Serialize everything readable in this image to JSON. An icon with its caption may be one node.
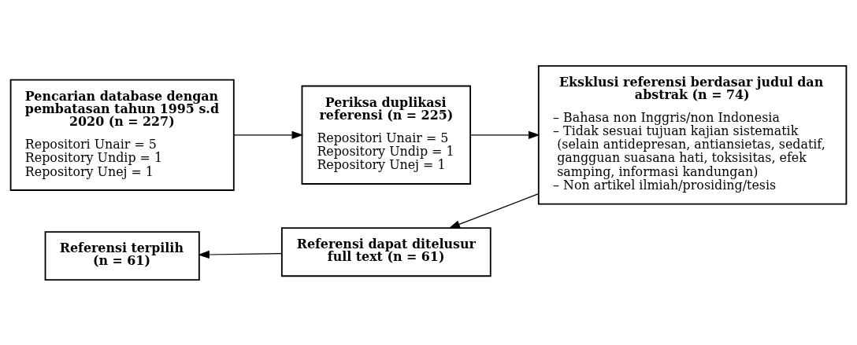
{
  "diagram": {
    "nodes": [
      {
        "text": [
          "Pencarian database dengan pembatasan tahun 1995 s.d 2020 (n = 227)",
          "Repositori Unair = 5",
          "Repository Undip = 1",
          "Repository Unej = 1"
        ]
      },
      {
        "text": [
          "Periksa duplikasi referensi (n = 225)",
          "Repositori Unair = 5",
          "Repository Undip = 1",
          "Repository Unej = 1"
        ]
      },
      {
        "text": [
          "Eksklusi referensi berdasar judul dan abstrak (n = 74)",
          "– Bahasa non Inggris/non Indonesia",
          "– Tidak sesuai tujuan kajian sistematik (selain antidepresan, antiansietas, sedatif, gangguan suasana hati, toksisitas, efek samping, informasi kandungan)",
          "– Non artikel ilmiah/prosiding/tesis"
        ]
      },
      {
        "text": [
          "Referensi dapat ditelusur full text (n = 61)"
        ]
      },
      {
        "text": [
          "Referensi terpilih (n = 61)"
        ]
      }
    ],
    "edges": [
      {
        "from": 0,
        "to": 1,
        "arrow": "to"
      },
      {
        "from": 1,
        "to": 2,
        "arrow": "to"
      },
      {
        "from": 2,
        "to": 3,
        "arrow": "to"
      },
      {
        "from": 3,
        "to": 4,
        "arrow": "to"
      }
    ]
  }
}
